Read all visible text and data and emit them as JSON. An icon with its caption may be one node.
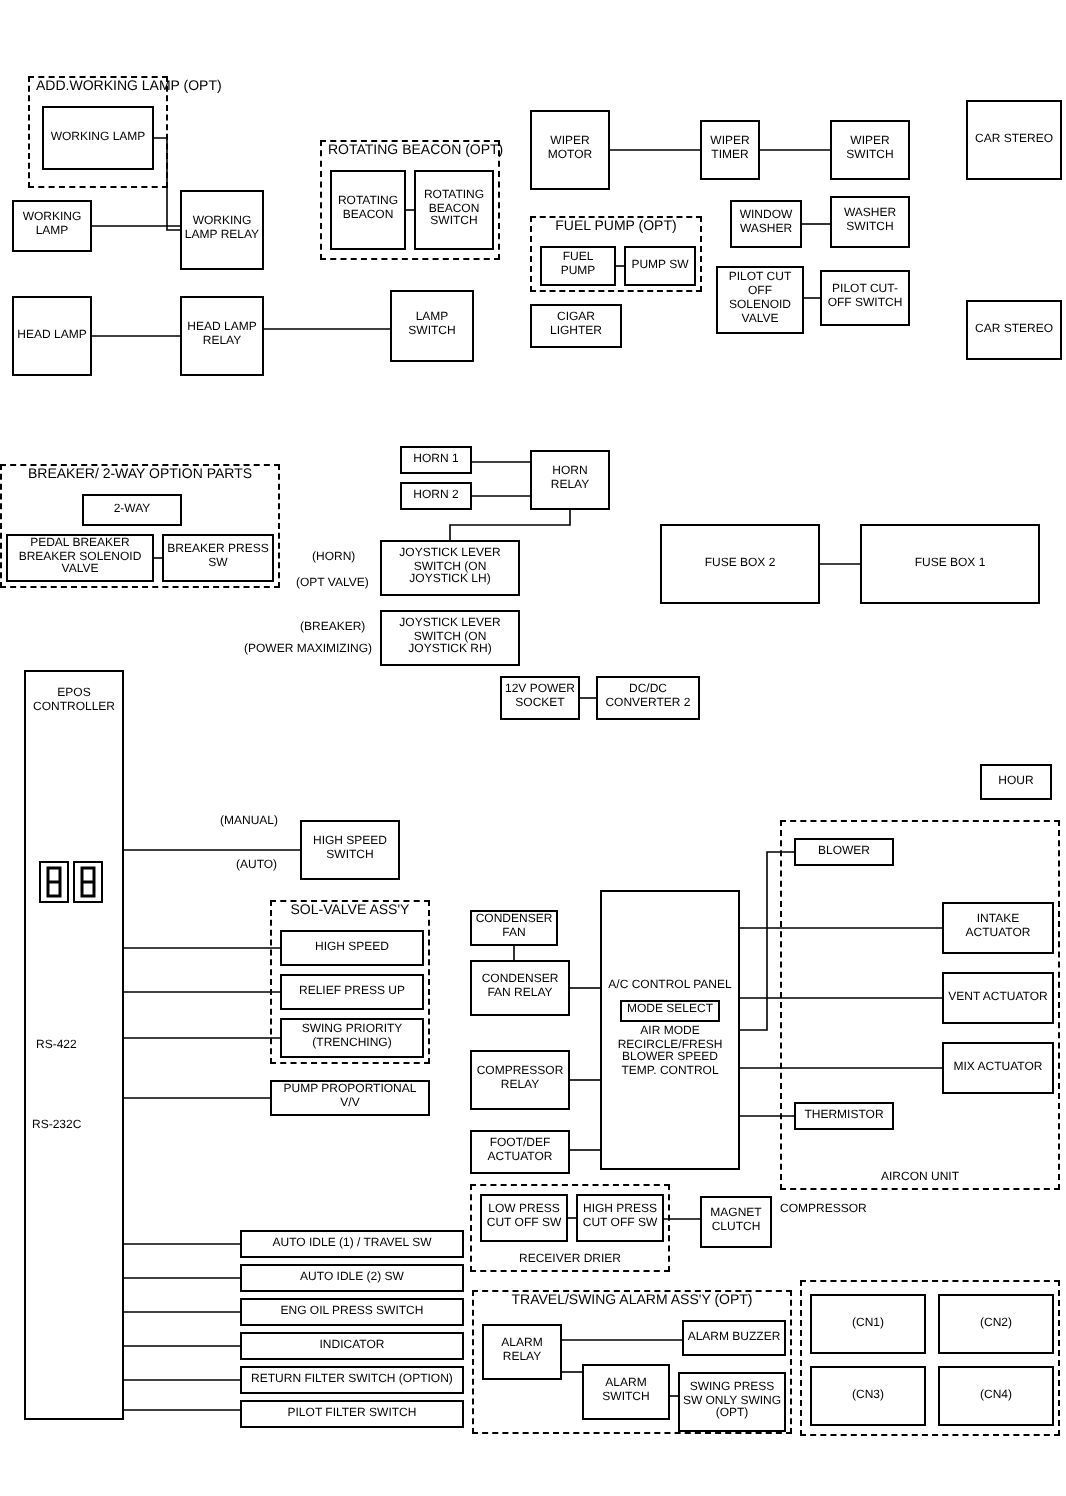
{
  "diagram": {
    "nodes": [
      {
        "text": [
          "ADD.WORKING LAMP (OPT)"
        ]
      },
      {
        "text": [
          "WORKING LAMP"
        ],
        "in": 0
      },
      {
        "text": [
          "WORKING LAMP"
        ]
      },
      {
        "text": [
          "HEAD LAMP"
        ]
      },
      {
        "text": [
          "WORKING LAMP RELAY"
        ]
      },
      {
        "text": [
          "HEAD LAMP RELAY"
        ]
      },
      {
        "text": [
          "ROTATING BEACON (OPT)"
        ]
      },
      {
        "text": [
          "ROTATING BEACON"
        ],
        "in": 6
      },
      {
        "text": [
          "ROTATING BEACON SWITCH"
        ],
        "in": 6
      },
      {
        "text": [
          "LAMP SWITCH"
        ]
      },
      {
        "text": [
          "WIPER MOTOR"
        ]
      },
      {
        "text": [
          "WIPER TIMER"
        ]
      },
      {
        "text": [
          "WIPER SWITCH"
        ]
      },
      {
        "text": [
          "WINDOW WASHER"
        ]
      },
      {
        "text": [
          "WASHER SWITCH"
        ]
      },
      {
        "text": [
          "FUEL PUMP (OPT)"
        ]
      },
      {
        "text": [
          "FUEL PUMP"
        ],
        "in": 15
      },
      {
        "text": [
          "PUMP SW"
        ],
        "in": 15
      },
      {
        "text": [
          "CIGAR LIGHTER"
        ]
      },
      {
        "text": [
          "PILOT CUT OFF SOLENOID VALVE"
        ]
      },
      {
        "text": [
          "PILOT CUT-OFF SWITCH"
        ]
      },
      {
        "text": [
          "CAR STEREO"
        ]
      },
      {
        "text": [
          "CAR STEREO"
        ]
      },
      {
        "text": [
          "BREAKER/ 2-WAY OPTION PARTS"
        ]
      },
      {
        "text": [
          "2-WAY"
        ],
        "in": 23
      },
      {
        "text": [
          "PEDAL BREAKER",
          "BREAKER SOLENOID VALVE"
        ],
        "in": 23
      },
      {
        "text": [
          "BREAKER PRESS SW"
        ],
        "in": 23
      },
      {
        "text": [
          "HORN 1"
        ]
      },
      {
        "text": [
          "HORN 2"
        ]
      },
      {
        "text": [
          "HORN RELAY"
        ]
      },
      {
        "text": [
          "JOYSTICK LEVER SWITCH (ON JOYSTICK LH)"
        ]
      },
      {
        "text": [
          "JOYSTICK LEVER SWITCH (ON JOYSTICK RH)"
        ]
      },
      {
        "text": [
          "12V POWER SOCKET"
        ]
      },
      {
        "text": [
          "DC/DC CONVERTER 2"
        ]
      },
      {
        "text": [
          "FUSE BOX 2"
        ]
      },
      {
        "text": [
          "FUSE BOX 1"
        ]
      },
      {
        "text": [
          "HOUR"
        ]
      },
      {
        "text": [
          "EPOS CONTROLLER"
        ]
      },
      {
        "text": [
          "HIGH SPEED SWITCH"
        ]
      },
      {
        "text": [
          "SOL-VALVE ASS'Y"
        ]
      },
      {
        "text": [
          "HIGH SPEED"
        ],
        "in": 39
      },
      {
        "text": [
          "RELIEF PRESS UP"
        ],
        "in": 39
      },
      {
        "text": [
          "SWING PRIORITY (TRENCHING)"
        ],
        "in": 39
      },
      {
        "text": [
          "PUMP PROPORTIONAL V/V"
        ]
      },
      {
        "text": [
          "AUTO IDLE (1) / TRAVEL SW"
        ]
      },
      {
        "text": [
          "AUTO IDLE (2) SW"
        ]
      },
      {
        "text": [
          "ENG OIL PRESS SWITCH"
        ]
      },
      {
        "text": [
          "INDICATOR"
        ]
      },
      {
        "text": [
          "RETURN FILTER SWITCH (OPTION)"
        ]
      },
      {
        "text": [
          "PILOT FILTER SWITCH"
        ]
      },
      {
        "text": [
          "CONDENSER FAN"
        ]
      },
      {
        "text": [
          "CONDENSER FAN RELAY"
        ]
      },
      {
        "text": [
          "A/C CONTROL PANEL",
          "MODE SELECT",
          "AIR MODE RECIRCLE/FRESH BLOWER SPEED TEMP. CONTROL"
        ]
      },
      {
        "text": [
          "COMPRESSOR RELAY"
        ]
      },
      {
        "text": [
          "FOOT/DEF ACTUATOR"
        ]
      },
      {
        "text": [
          "RECEIVER DRIER"
        ]
      },
      {
        "text": [
          "LOW PRESS CUT OFF SW"
        ],
        "in": 55
      },
      {
        "text": [
          "HIGH PRESS CUT OFF SW"
        ],
        "in": 55
      },
      {
        "text": [
          "MAGNET CLUTCH"
        ],
        "beside": [
          "COMPRESSOR"
        ]
      },
      {
        "text": [
          "AIRCON UNIT"
        ]
      },
      {
        "text": [
          "BLOWER"
        ],
        "in": 59
      },
      {
        "text": [
          "INTAKE ACTUATOR"
        ],
        "in": 59
      },
      {
        "text": [
          "VENT ACTUATOR"
        ],
        "in": 59
      },
      {
        "text": [
          "MIX ACTUATOR"
        ],
        "in": 59
      },
      {
        "text": [
          "THERMISTOR"
        ],
        "in": 59
      },
      {
        "text": [
          "TRAVEL/SWING ALARM ASS'Y (OPT)"
        ]
      },
      {
        "text": [
          "ALARM RELAY"
        ],
        "in": 65
      },
      {
        "text": [
          "ALARM SWITCH"
        ],
        "in": 65
      },
      {
        "text": [
          "ALARM BUZZER"
        ],
        "in": 65
      },
      {
        "text": [
          "SWING PRESS SW ONLY SWING (OPT)"
        ],
        "in": 65
      },
      {
        "text": [],
        "shape": "box"
      },
      {
        "text": [
          "(CN1)"
        ],
        "in": 70
      },
      {
        "text": [
          "(CN2)"
        ],
        "in": 70
      },
      {
        "text": [
          "(CN3)"
        ],
        "in": 70
      },
      {
        "text": [
          "(CN4)"
        ],
        "in": 70
      }
    ],
    "edges": [
      {
        "from": 1,
        "to": 4,
        "arrow": "none"
      },
      {
        "from": 2,
        "to": 4,
        "arrow": "none"
      },
      {
        "from": 3,
        "to": 5,
        "arrow": "none"
      },
      {
        "from": 9,
        "to": 5,
        "arrow": "none"
      },
      {
        "from": 7,
        "to": 8,
        "arrow": "none"
      },
      {
        "from": 10,
        "to": 11,
        "arrow": "none"
      },
      {
        "from": 11,
        "to": 12,
        "arrow": "none"
      },
      {
        "from": 13,
        "to": 14,
        "arrow": "none"
      },
      {
        "from": 16,
        "to": 17,
        "arrow": "none"
      },
      {
        "from": 19,
        "to": 20,
        "arrow": "none"
      },
      {
        "from": 25,
        "to": 26,
        "arrow": "none"
      },
      {
        "from": 27,
        "to": 29,
        "arrow": "none"
      },
      {
        "from": 28,
        "to": 29,
        "arrow": "none"
      },
      {
        "from": 30,
        "to": 29,
        "arrow": "none"
      },
      {
        "from": 32,
        "to": 33,
        "arrow": "none"
      },
      {
        "from": 34,
        "to": 35,
        "arrow": "none"
      },
      {
        "from": 37,
        "to": 38,
        "arrow": "none"
      },
      {
        "from": 37,
        "to": 40,
        "arrow": "none"
      },
      {
        "from": 37,
        "to": 41,
        "arrow": "none"
      },
      {
        "from": 37,
        "to": 42,
        "arrow": "none"
      },
      {
        "from": 37,
        "to": 43,
        "arrow": "none"
      },
      {
        "from": 37,
        "to": 44,
        "arrow": "none"
      },
      {
        "from": 37,
        "to": 45,
        "arrow": "none"
      },
      {
        "from": 37,
        "to": 46,
        "arrow": "none"
      },
      {
        "from": 37,
        "to": 47,
        "arrow": "none"
      },
      {
        "from": 37,
        "to": 48,
        "arrow": "none"
      },
      {
        "from": 37,
        "to": 49,
        "arrow": "none"
      },
      {
        "from": 50,
        "to": 51,
        "arrow": "none"
      },
      {
        "from": 51,
        "to": 52,
        "arrow": "none"
      },
      {
        "from": 53,
        "to": 52,
        "arrow": "none"
      },
      {
        "from": 54,
        "to": 52,
        "arrow": "none"
      },
      {
        "from": 56,
        "to": 57,
        "arrow": "none"
      },
      {
        "from": 57,
        "to": 58,
        "arrow": "none"
      },
      {
        "from": 52,
        "to": 60,
        "arrow": "none"
      },
      {
        "from": 52,
        "to": 61,
        "arrow": "none"
      },
      {
        "from": 52,
        "to": 62,
        "arrow": "none"
      },
      {
        "from": 52,
        "to": 63,
        "arrow": "none"
      },
      {
        "from": 52,
        "to": 64,
        "arrow": "none"
      },
      {
        "from": 66,
        "to": 67,
        "arrow": "none"
      },
      {
        "from": 66,
        "to": 68,
        "arrow": "none"
      },
      {
        "from": 67,
        "to": 69,
        "arrow": "none"
      }
    ],
    "labels": [
      "(HORN)",
      "(OPT VALVE)",
      "(BREAKER)",
      "(POWER MAXIMIZING)",
      "(MANUAL)",
      "(AUTO)",
      "RS-422",
      "RS-232C"
    ]
  }
}
